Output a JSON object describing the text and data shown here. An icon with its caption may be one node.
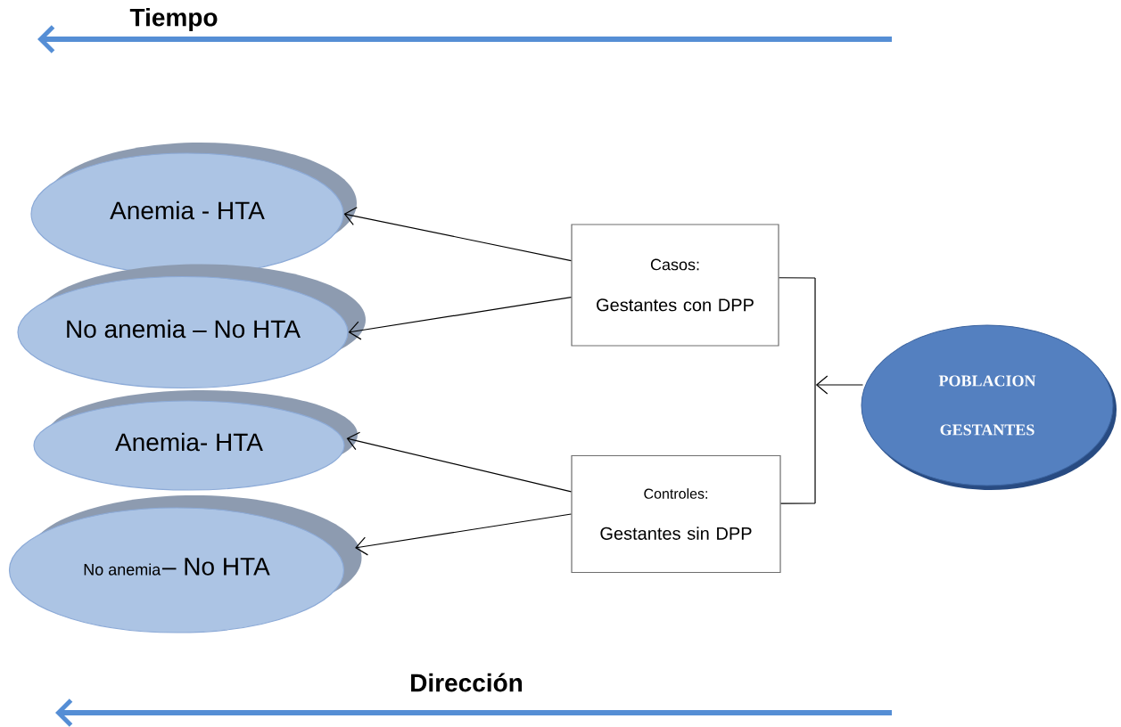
{
  "diagram": {
    "nodes": [
      {
        "text": [
          "Anemia - HTA"
        ]
      },
      {
        "text": [
          "No anemia – No HTA"
        ]
      },
      {
        "text": [
          "Anemia- HTA"
        ]
      },
      {
        "text": [
          "No anemia",
          "– No HTA"
        ]
      },
      {
        "text": [
          "Casos:",
          "Gestantes con DPP"
        ]
      },
      {
        "text": [
          "Controles:",
          "Gestantes sin DPP"
        ]
      },
      {
        "text": [
          "POBLACION GESTANTES"
        ]
      },
      {
        "text": [],
        "shape": "bar"
      }
    ],
    "edges": [
      {
        "from": 4,
        "to": 0,
        "arrow": "to"
      },
      {
        "from": 4,
        "to": 1,
        "arrow": "to"
      },
      {
        "from": 5,
        "to": 2,
        "arrow": "to"
      },
      {
        "from": 5,
        "to": 3,
        "arrow": "to"
      },
      {
        "from": 6,
        "to": 7,
        "arrow": "to"
      },
      {
        "from": 7,
        "to": 4,
        "arrow": "none"
      },
      {
        "from": 7,
        "to": 5,
        "arrow": "none"
      }
    ],
    "labels": [
      "Tiempo",
      "Dirección"
    ]
  }
}
